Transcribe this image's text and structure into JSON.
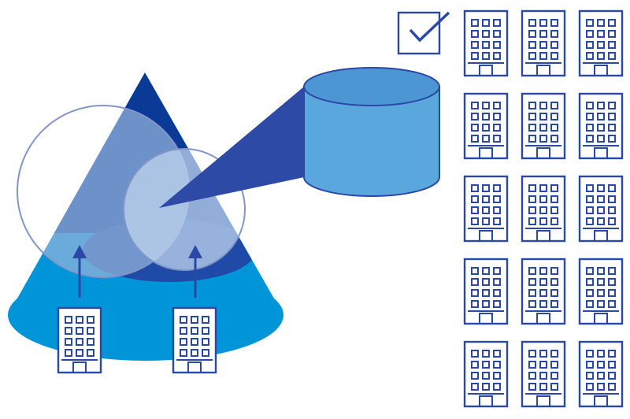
{
  "colors": {
    "outline_blue": "#2b48a6",
    "navy": "#0b3a96",
    "cone_bright": "#0095d9",
    "cone_mid": "#6f9bd0",
    "circle_stroke": "#8394c9",
    "cylinder_fill": "#5aa7dd",
    "cylinder_top": "#4d96d4",
    "beam": "#2c4aa6",
    "background": "#ffffff"
  },
  "icons": {
    "checkbox": "checkbox-checked-icon",
    "building": "building-icon",
    "arrow": "arrow-up-icon",
    "database": "database-cylinder-icon"
  },
  "grid": {
    "columns": 3,
    "rows": 5
  },
  "focus_buildings": 2
}
